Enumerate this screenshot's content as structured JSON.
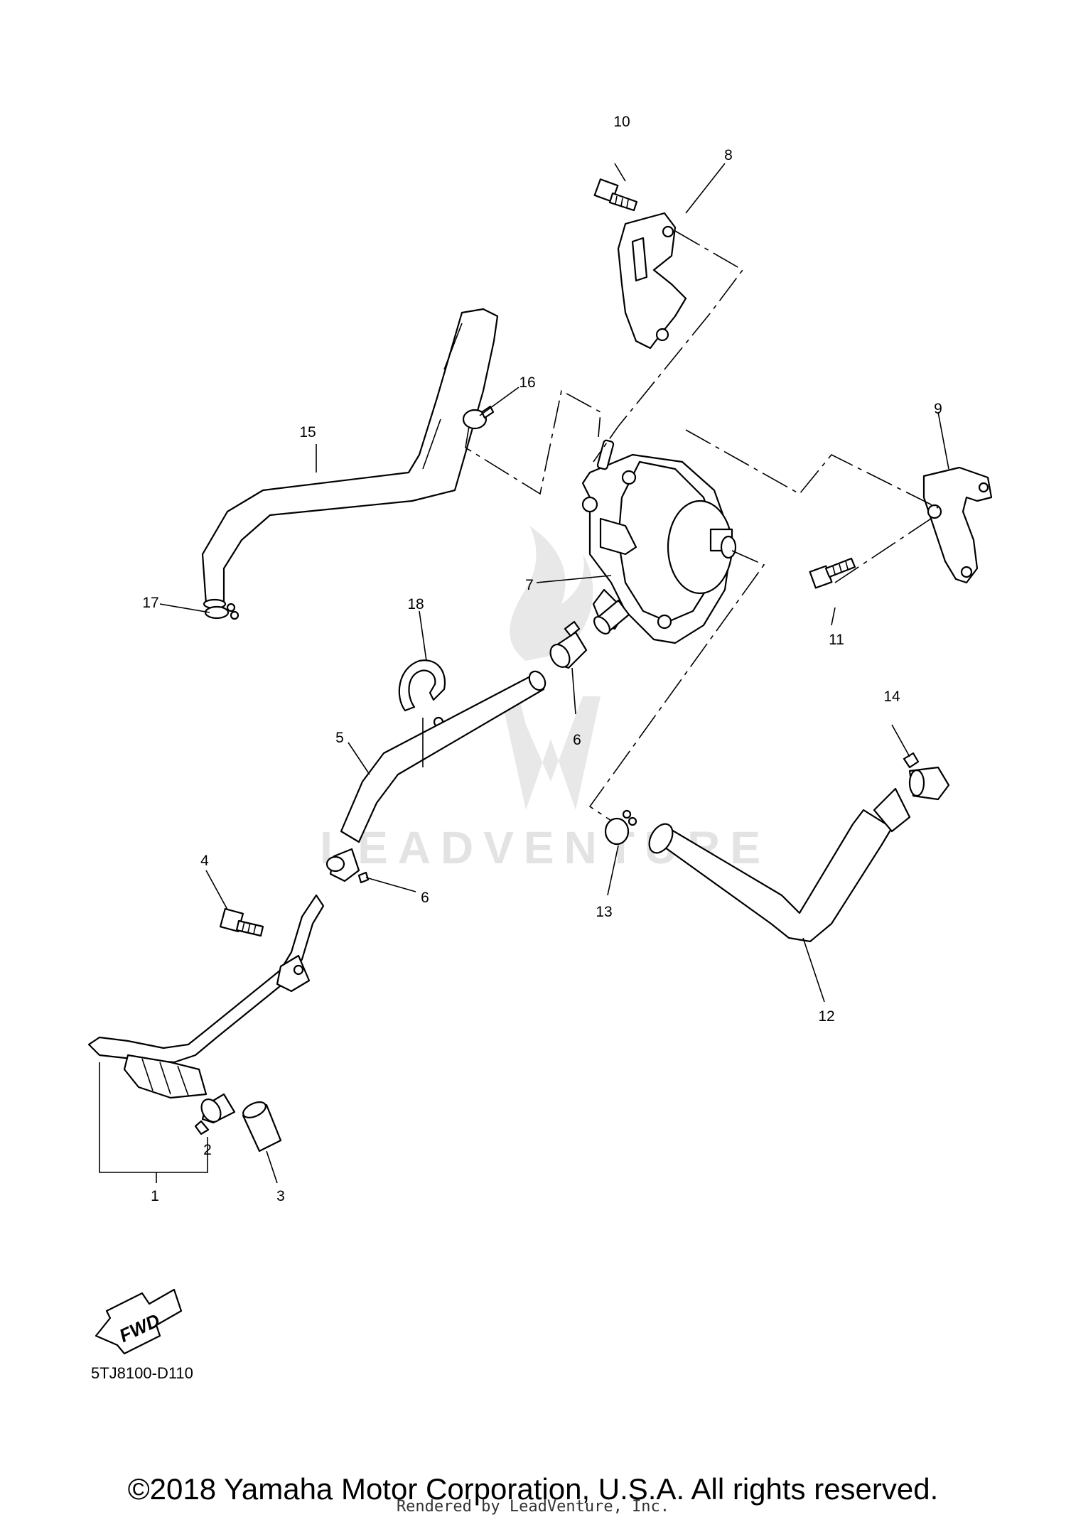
{
  "callouts": [
    "1",
    "2",
    "3",
    "4",
    "5",
    "6",
    "6",
    "7",
    "8",
    "9",
    "10",
    "11",
    "12",
    "13",
    "14",
    "15",
    "16",
    "17",
    "18"
  ],
  "fwd_label": "FWD",
  "diagram_code": "5TJ8100-D110",
  "watermark_text": "LEADVENTURE",
  "copyright": "©2018 Yamaha Motor Corporation, U.S.A. All rights reserved.",
  "rendered_by": "Rendered by LeadVenture, Inc."
}
